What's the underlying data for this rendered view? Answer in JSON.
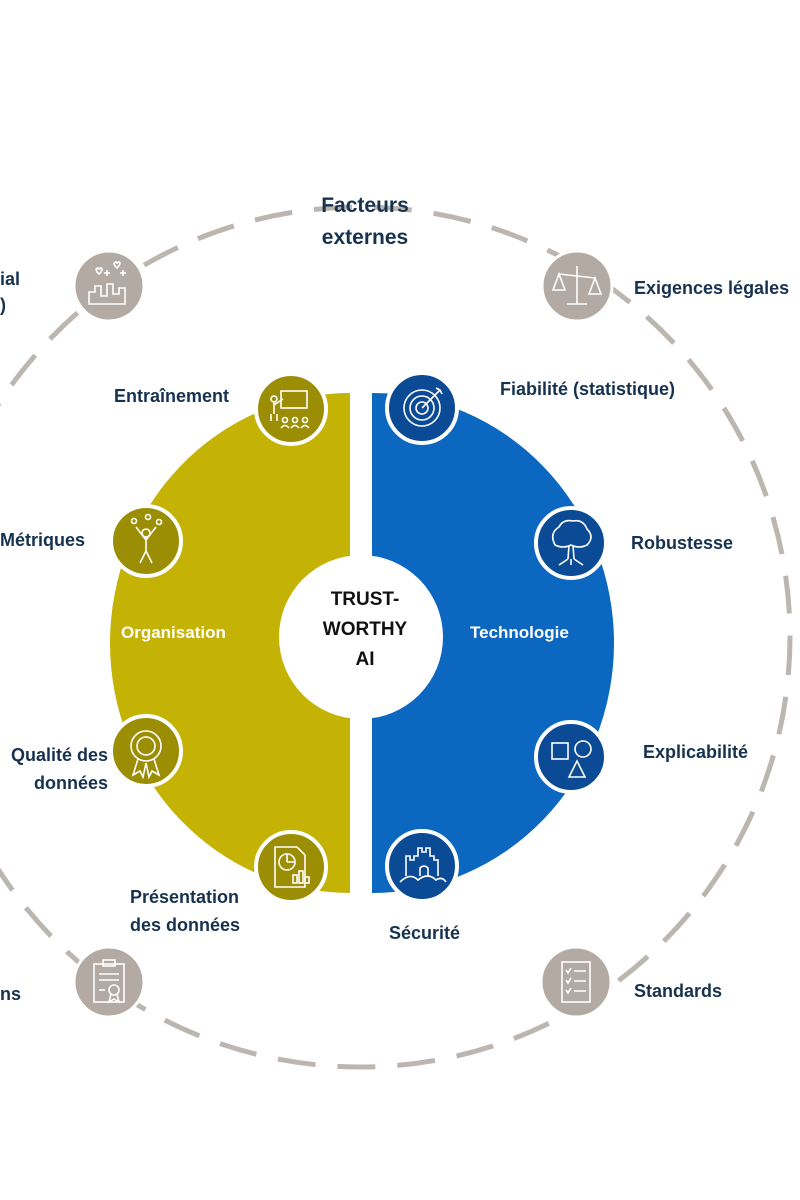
{
  "diagram": {
    "center": {
      "line1": "TRUST-",
      "line2": "WORTHY",
      "line3": "AI"
    },
    "organisation": "Organisation",
    "technologie": "Technologie",
    "external": {
      "title_line1": "Facteurs",
      "title_line2": "externes",
      "exigences": "Exigences légales",
      "standards": "Standards",
      "partial_top_line1": "ial",
      "partial_top_line2": ")",
      "partial_bottom": "ns"
    },
    "org_items": {
      "entrainement": "Entraînement",
      "metriques": "Métriques",
      "qualite_line1": "Qualité des",
      "qualite_line2": "données",
      "presentation_line1": "Présentation",
      "presentation_line2": "des données"
    },
    "tech_items": {
      "fiabilite": "Fiabilité (statistique)",
      "robustesse": "Robustesse",
      "explicabilite": "Explicabilité",
      "securite": "Sécurité"
    },
    "colors": {
      "olive": "#c4b304",
      "olive_icon": "#9b8d04",
      "blue": "#0c67c1",
      "blue_icon": "#0b4a94",
      "gray": "#b3aba3",
      "dash": "#bcb6b0",
      "label": "#16324f"
    },
    "icons": [
      "training-presentation-icon",
      "juggler-icon",
      "award-badge-icon",
      "report-chart-icon",
      "target-icon",
      "tree-icon",
      "shapes-icon",
      "castle-icon",
      "scales-icon",
      "checklist-icon",
      "certificate-clipboard-icon",
      "social-city-icon"
    ]
  }
}
